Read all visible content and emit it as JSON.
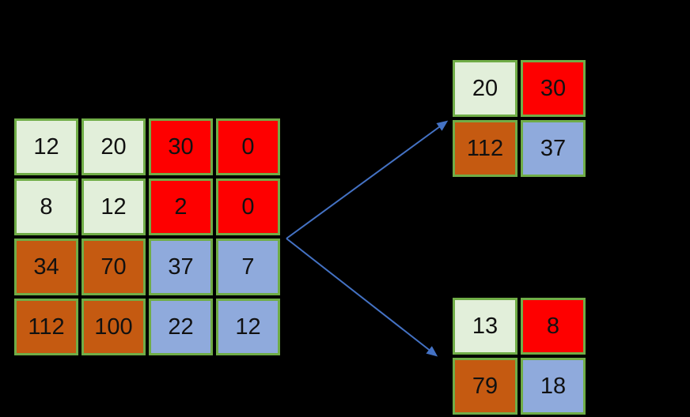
{
  "palette": {
    "background": "#000000",
    "cell_border_green": "#70ad47",
    "pale_green": "#e2efda",
    "red": "#fe0000",
    "brown": "#c55a11",
    "blue": "#8faadc",
    "arrow_blue": "#4472c4",
    "text": "#111111"
  },
  "input_matrix": {
    "rows": 4,
    "cols": 4,
    "cells": [
      {
        "value": 12,
        "color": "pale_green"
      },
      {
        "value": 20,
        "color": "pale_green"
      },
      {
        "value": 30,
        "color": "red"
      },
      {
        "value": 0,
        "color": "red"
      },
      {
        "value": 8,
        "color": "pale_green"
      },
      {
        "value": 12,
        "color": "pale_green"
      },
      {
        "value": 2,
        "color": "red"
      },
      {
        "value": 0,
        "color": "red"
      },
      {
        "value": 34,
        "color": "brown"
      },
      {
        "value": 70,
        "color": "brown"
      },
      {
        "value": 37,
        "color": "blue"
      },
      {
        "value": 7,
        "color": "blue"
      },
      {
        "value": 112,
        "color": "brown"
      },
      {
        "value": 100,
        "color": "brown"
      },
      {
        "value": 22,
        "color": "blue"
      },
      {
        "value": 12,
        "color": "blue"
      }
    ]
  },
  "max_pooling_output": {
    "rows": 2,
    "cols": 2,
    "cells": [
      {
        "value": 20,
        "color": "pale_green"
      },
      {
        "value": 30,
        "color": "red"
      },
      {
        "value": 112,
        "color": "brown"
      },
      {
        "value": 37,
        "color": "blue"
      }
    ]
  },
  "average_pooling_output": {
    "rows": 2,
    "cols": 2,
    "cells": [
      {
        "value": 13,
        "color": "pale_green"
      },
      {
        "value": 8,
        "color": "red"
      },
      {
        "value": 79,
        "color": "brown"
      },
      {
        "value": 18,
        "color": "blue"
      }
    ]
  }
}
